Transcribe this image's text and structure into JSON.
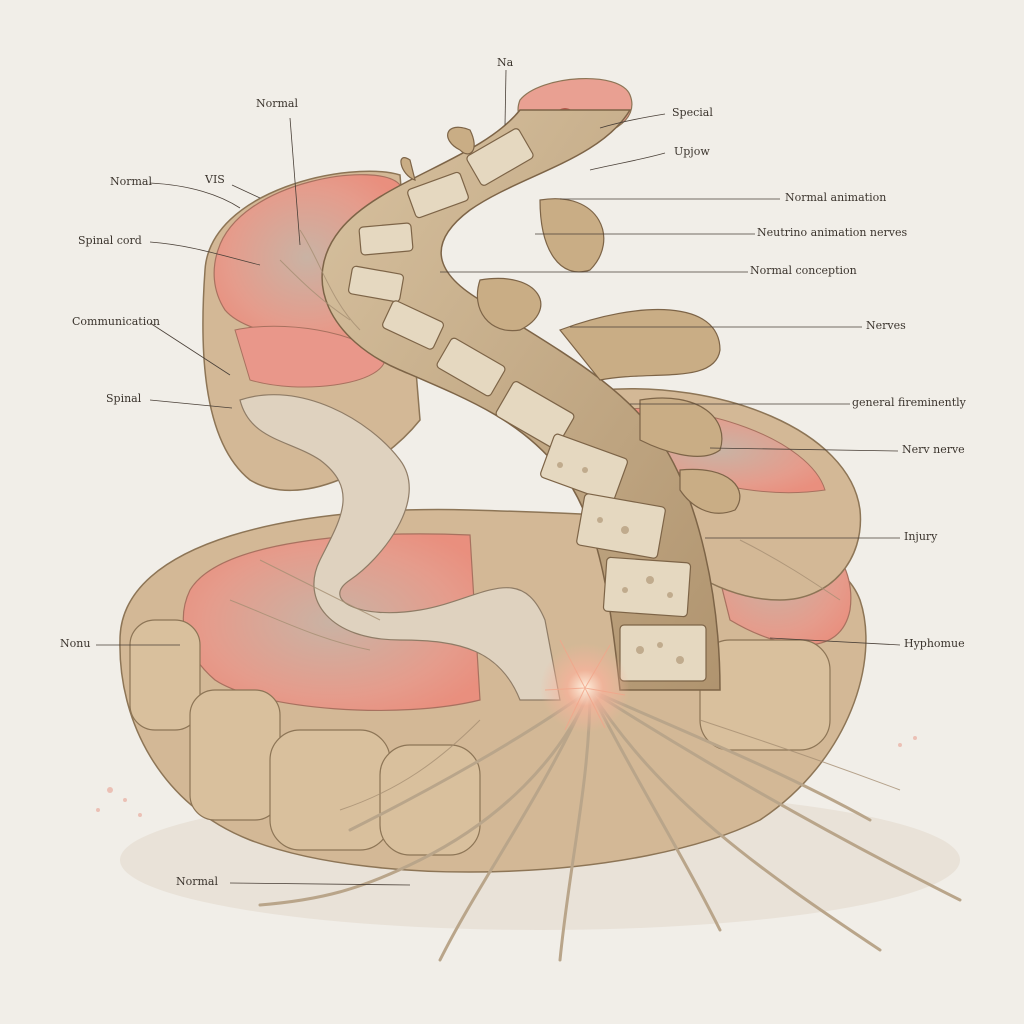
{
  "labels": {
    "top": "Na",
    "left": [
      "Normal",
      "Normal",
      "VIS",
      "Spinal cord",
      "Communication",
      "Spinal",
      "Nonu",
      "Normal"
    ],
    "right": [
      "Special",
      "Upjow",
      "Normal animation",
      "Neutrino animation nerves",
      "Normal conception",
      "Nerves",
      "general fireminently",
      "Nerv nerve",
      "Injury",
      "Hyphomue"
    ]
  },
  "colors": {
    "background": "#f1eee8",
    "tissue": "#d7bf9e",
    "tissue_shadow": "#b9a07e",
    "muscle_pink": "#e8998a",
    "bone": "#c8ad88",
    "vertebra_face": "#e5d8c0",
    "nerve": "#d9cbb6",
    "injury_glow": "#f6b39b",
    "leader_line": "#4a4038"
  }
}
